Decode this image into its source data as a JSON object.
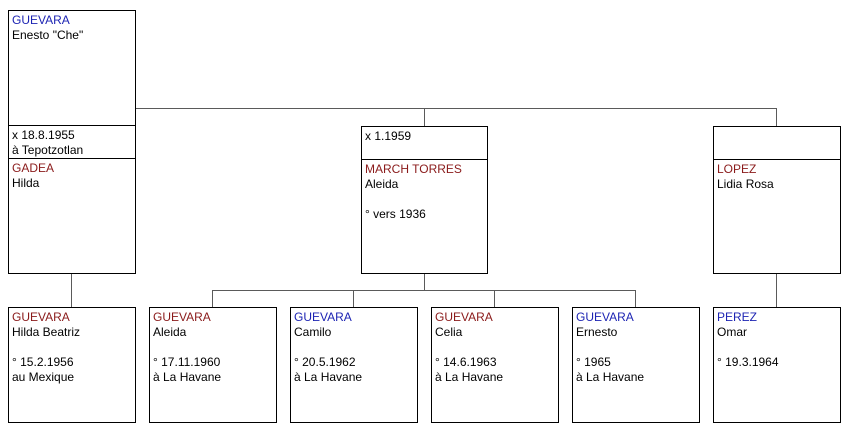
{
  "root": {
    "surname": "GUEVARA",
    "firstname": "Enesto \"Che\""
  },
  "spouses": [
    {
      "marriage": "x 18.8.1955",
      "place": "à Tepotzotlan",
      "surname": "GADEA",
      "firstname": "Hilda"
    },
    {
      "marriage": "x 1.1959",
      "surname": "MARCH TORRES",
      "firstname": "Aleida",
      "birth": "° vers 1936"
    },
    {
      "surname": "LOPEZ",
      "firstname": "Lidia Rosa"
    }
  ],
  "children": [
    {
      "surname": "GUEVARA",
      "firstname": "Hilda Beatriz",
      "birth": "° 15.2.1956",
      "place": " au Mexique"
    },
    {
      "surname": "GUEVARA",
      "firstname": "Aleida",
      "birth": "° 17.11.1960",
      "place": "à La Havane"
    },
    {
      "surname": "GUEVARA",
      "firstname": "Camilo",
      "birth": "° 20.5.1962",
      "place": "à La Havane"
    },
    {
      "surname": "GUEVARA",
      "firstname": "Celia",
      "birth": "° 14.6.1963",
      "place": "à La Havane"
    },
    {
      "surname": "GUEVARA",
      "firstname": "Ernesto",
      "birth": "° 1965",
      "place": "à La Havane"
    },
    {
      "surname": "PEREZ",
      "firstname": "Omar",
      "birth": "° 19.3.1964"
    }
  ]
}
